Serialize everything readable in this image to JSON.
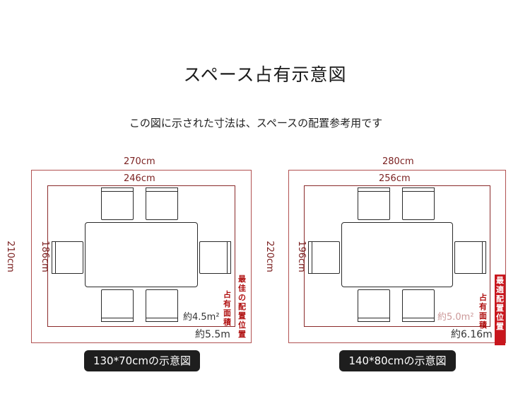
{
  "title": "スペース占有示意図",
  "subtitle": "この図に示された寸法は、スペースの配置参考用です",
  "diagrams": [
    {
      "outer_width": "270cm",
      "inner_width": "246cm",
      "outer_height": "210cm",
      "inner_height": "186cm",
      "inner_area": "約4.5m²",
      "outer_area": "約5.5m",
      "occupied_label": "占有面積",
      "best_label": "最佳の配置位置",
      "caption": "130*70cmの示意図"
    },
    {
      "outer_width": "280cm",
      "inner_width": "256cm",
      "outer_height": "220cm",
      "inner_height": "196cm",
      "inner_area": "約5.0m²",
      "outer_area": "約6.16m",
      "occupied_label": "占有面積",
      "best_label": "最適配置位置",
      "caption": "140*80cmの示意図"
    }
  ],
  "colors": {
    "outer_line": "#b25252",
    "inner_line": "#8a2a2a",
    "accent_red": "#c8161d",
    "pill_bg": "#1e1e1e"
  }
}
